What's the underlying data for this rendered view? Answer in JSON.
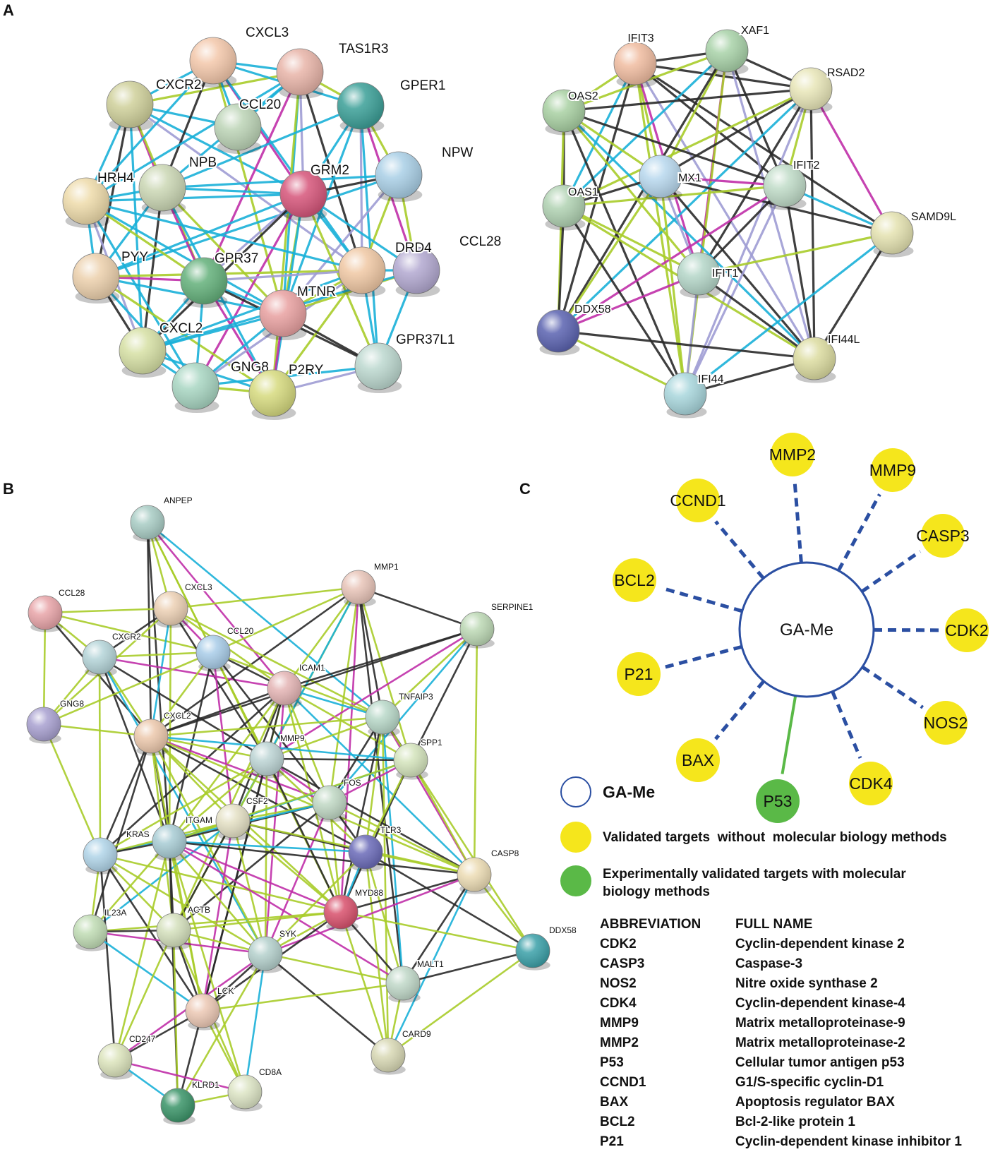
{
  "panel_labels": {
    "a": "A",
    "b": "B",
    "c": "C"
  },
  "colors": {
    "edge_cyan": "#1ab0d8",
    "edge_magenta": "#c02fa8",
    "edge_black": "#2a2a2a",
    "edge_lime": "#a8cc2a",
    "edge_lavender": "#9f9cd4",
    "edge_green": "#2ea84a",
    "validated_yellow": "#f5e61c",
    "experimental_green": "#5ab947",
    "center_blue": "#2b4fa2"
  },
  "panel_a_left": {
    "nodes": [
      {
        "name": "CXCL3",
        "color": "#f3c7aa"
      },
      {
        "name": "TAS1R3",
        "color": "#e8b4a8"
      },
      {
        "name": "CXCR2",
        "color": "#cfd09a"
      },
      {
        "name": "CCL20",
        "color": "#bcd4b6"
      },
      {
        "name": "GPER1",
        "color": "#3a9f97"
      },
      {
        "name": "NPW",
        "color": "#a9cfe6"
      },
      {
        "name": "NPB",
        "color": "#cbd7b4"
      },
      {
        "name": "GRM2",
        "color": "#d6557a"
      },
      {
        "name": "HRH4",
        "color": "#eedbaa"
      },
      {
        "name": "CCL28",
        "color": "#b2a8d0"
      },
      {
        "name": "PYY",
        "color": "#ecd0ac"
      },
      {
        "name": "GPR37",
        "color": "#63b07a"
      },
      {
        "name": "DRD4",
        "color": "#f0c8a4"
      },
      {
        "name": "MTNR",
        "color": "#e8a0a0"
      },
      {
        "name": "CXCL2",
        "color": "#d6e0a4"
      },
      {
        "name": "GPR37L1",
        "color": "#bcd8cf"
      },
      {
        "name": "GNG8",
        "color": "#a8d6c2"
      },
      {
        "name": "P2RY",
        "color": "#d6da7e"
      }
    ]
  },
  "panel_a_right": {
    "nodes": [
      {
        "name": "IFIT3",
        "color": "#f0bca0"
      },
      {
        "name": "XAF1",
        "color": "#a8d2a8"
      },
      {
        "name": "RSAD2",
        "color": "#e8e6b8"
      },
      {
        "name": "OAS2",
        "color": "#a8d0a2"
      },
      {
        "name": "MX1",
        "color": "#b8d8ee"
      },
      {
        "name": "IFIT2",
        "color": "#c0dcc8"
      },
      {
        "name": "OAS1",
        "color": "#b0d2b2"
      },
      {
        "name": "SAMD9L",
        "color": "#e4e2b0"
      },
      {
        "name": "IFIT1",
        "color": "#b4d6c8"
      },
      {
        "name": "DDX58",
        "color": "#5a62b0"
      },
      {
        "name": "IFI44L",
        "color": "#dcdca0"
      },
      {
        "name": "IFI44",
        "color": "#a8d6dc"
      }
    ]
  },
  "panel_b": {
    "nodes": [
      {
        "name": "ANPEP",
        "color": "#a8ccc4"
      },
      {
        "name": "MMP1",
        "color": "#e8c4b8"
      },
      {
        "name": "CCL28",
        "color": "#e8a4a8"
      },
      {
        "name": "CXCL3",
        "color": "#ecd0b4"
      },
      {
        "name": "SERPINE1",
        "color": "#bcd8b4"
      },
      {
        "name": "CXCR2",
        "color": "#b4d4d8"
      },
      {
        "name": "CCL20",
        "color": "#a8cce8"
      },
      {
        "name": "ICAM1",
        "color": "#e4b4b4"
      },
      {
        "name": "GNG8",
        "color": "#a8a0d0"
      },
      {
        "name": "TNFAIP3",
        "color": "#b8d8c8"
      },
      {
        "name": "CXCL2",
        "color": "#ecc8ac"
      },
      {
        "name": "MMP9",
        "color": "#bcd4d4"
      },
      {
        "name": "SPP1",
        "color": "#d4e4bc"
      },
      {
        "name": "FOS",
        "color": "#c0d8c4"
      },
      {
        "name": "CSF2",
        "color": "#e4e0c4"
      },
      {
        "name": "KRAS",
        "color": "#b0d4e8"
      },
      {
        "name": "ITGAM",
        "color": "#a8ccd4"
      },
      {
        "name": "TLR3",
        "color": "#6a6ab8"
      },
      {
        "name": "CASP8",
        "color": "#ecdcb4"
      },
      {
        "name": "MYD88",
        "color": "#d8506c"
      },
      {
        "name": "IL23A",
        "color": "#c0dcb4"
      },
      {
        "name": "ACTB",
        "color": "#d4e0bc"
      },
      {
        "name": "SYK",
        "color": "#b4d0cc"
      },
      {
        "name": "DDX58",
        "color": "#3aa0a8"
      },
      {
        "name": "MALT1",
        "color": "#c0d8c8"
      },
      {
        "name": "LCK",
        "color": "#ecc8b4"
      },
      {
        "name": "CARD9",
        "color": "#d8d8b4"
      },
      {
        "name": "CD247",
        "color": "#dce4bc"
      },
      {
        "name": "CD8A",
        "color": "#dce4c4"
      },
      {
        "name": "KLRD1",
        "color": "#3a9468"
      }
    ]
  },
  "panel_c": {
    "center": "GA-Me",
    "targets": [
      {
        "name": "MMP2",
        "type": "validated"
      },
      {
        "name": "MMP9",
        "type": "validated"
      },
      {
        "name": "CCND1",
        "type": "validated"
      },
      {
        "name": "CASP3",
        "type": "validated"
      },
      {
        "name": "BCL2",
        "type": "validated"
      },
      {
        "name": "CDK2",
        "type": "validated"
      },
      {
        "name": "P21",
        "type": "validated"
      },
      {
        "name": "NOS2",
        "type": "validated"
      },
      {
        "name": "BAX",
        "type": "validated"
      },
      {
        "name": "CDK4",
        "type": "validated"
      },
      {
        "name": "P53",
        "type": "experimental"
      }
    ],
    "legend": {
      "center": "GA-Me",
      "validated": "Validated targets  without  molecular biology methods",
      "experimental": "Experimentally validated targets with molecular biology methods"
    },
    "abbreviation_table": {
      "header": [
        "ABBREVIATION",
        "FULL NAME"
      ],
      "rows": [
        [
          "CDK2",
          "Cyclin-dependent kinase 2"
        ],
        [
          "CASP3",
          "Caspase-3"
        ],
        [
          "NOS2",
          "Nitre oxide synthase 2"
        ],
        [
          "CDK4",
          "Cyclin-dependent kinase-4"
        ],
        [
          "MMP9",
          "Matrix metalloproteinase-9"
        ],
        [
          "MMP2",
          "Matrix metalloproteinase-2"
        ],
        [
          "P53",
          "Cellular tumor antigen p53"
        ],
        [
          "CCND1",
          "G1/S-specific cyclin-D1"
        ],
        [
          "BAX",
          "Apoptosis regulator BAX"
        ],
        [
          "BCL2",
          "Bcl-2-like protein 1"
        ],
        [
          "P21",
          "Cyclin-dependent kinase inhibitor 1"
        ]
      ]
    }
  }
}
